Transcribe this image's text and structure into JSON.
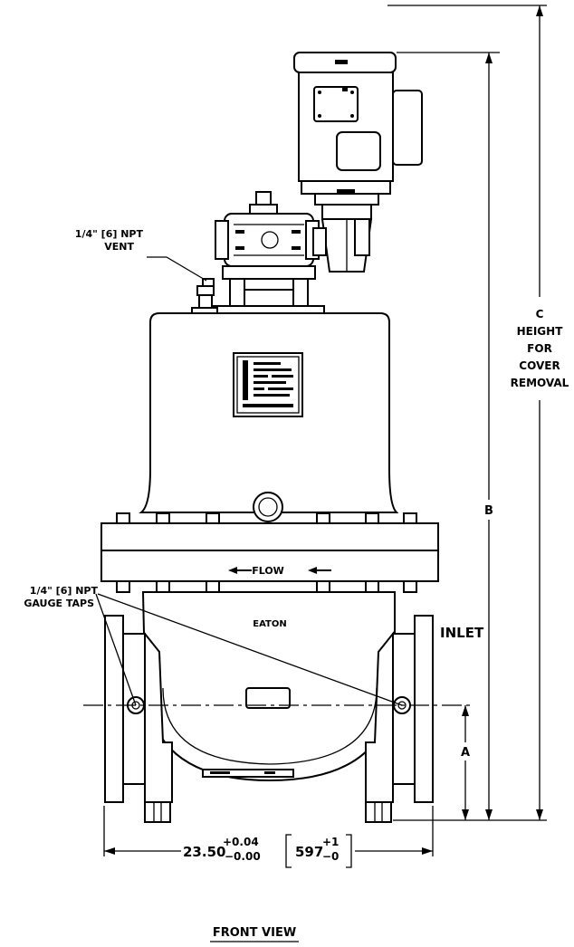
{
  "labels": {
    "vent_line1": "1/4\" [6] NPT",
    "vent_line2": "VENT",
    "gauge_line1": "1/4\" [6] NPT",
    "gauge_line2": "GAUGE TAPS",
    "flow": "FLOW",
    "brand": "EATON",
    "inlet": "INLET",
    "view_title": "FRONT VIEW"
  },
  "dimensions": {
    "a_label": "A",
    "b_label": "B",
    "c_line1": "C",
    "c_line2": "HEIGHT",
    "c_line3": "FOR",
    "c_line4": "COVER",
    "c_line5": "REMOVAL",
    "width_value": "23.50",
    "width_tol_plus": "+0.04",
    "width_tol_minus": "−0.00",
    "width_mm_value": "597",
    "width_mm_plus": "+1",
    "width_mm_minus": "−0"
  }
}
